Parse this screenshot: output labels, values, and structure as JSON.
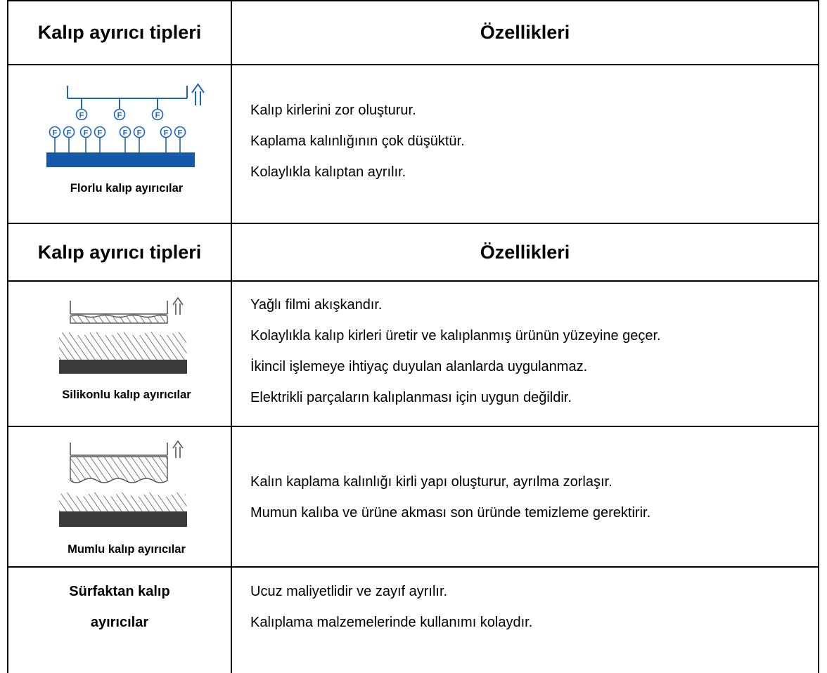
{
  "table": {
    "header_1": {
      "col1": "Kalıp ayırıcı tipleri",
      "col2": "Özellikleri"
    },
    "header_2": {
      "col1": "Kalıp ayırıcı tipleri",
      "col2": "Özellikleri"
    },
    "rows": [
      {
        "type_label": "Florlu kalıp ayırıcılar",
        "icon": "fluorine-release-agent-diagram",
        "diagram_atom_label": "F",
        "properties": [
          "Kalıp kirlerini zor oluşturur.",
          "Kaplama kalınlığının çok düşüktür.",
          "Kolaylıkla kalıptan ayrılır."
        ]
      },
      {
        "type_label": "Silikonlu kalıp ayırıcılar",
        "icon": "silicone-release-agent-diagram",
        "properties": [
          "Yağlı filmi akışkandır.",
          "Kolaylıkla kalıp kirleri üretir ve kalıplanmış ürünün yüzeyine geçer.",
          "İkincil işlemeye ihtiyaç duyulan alanlarda uygulanmaz.",
          "Elektrikli parçaların kalıplanması için uygun değildir."
        ]
      },
      {
        "type_label": "Mumlu kalıp ayırıcılar",
        "icon": "wax-release-agent-diagram",
        "properties": [
          "Kalın kaplama kalınlığı kirli yapı oluşturur, ayrılma zorlaşır.",
          "Mumun kalıba ve ürüne akması son üründe temizleme gerektirir."
        ]
      },
      {
        "type_label_lines": [
          "Sürfaktan kalıp",
          "ayırıcılar"
        ],
        "properties": [
          "Ucuz maliyetlidir ve zayıf ayrılır.",
          "Kalıplama malzemelerinde kullanımı kolaydır."
        ]
      }
    ]
  },
  "colors": {
    "border": "#000000",
    "fluorine_blue": "#1a64c8",
    "substrate_blue": "#1559a8",
    "diagram_gray": "#555555",
    "substrate_dark": "#3a3a3a"
  }
}
